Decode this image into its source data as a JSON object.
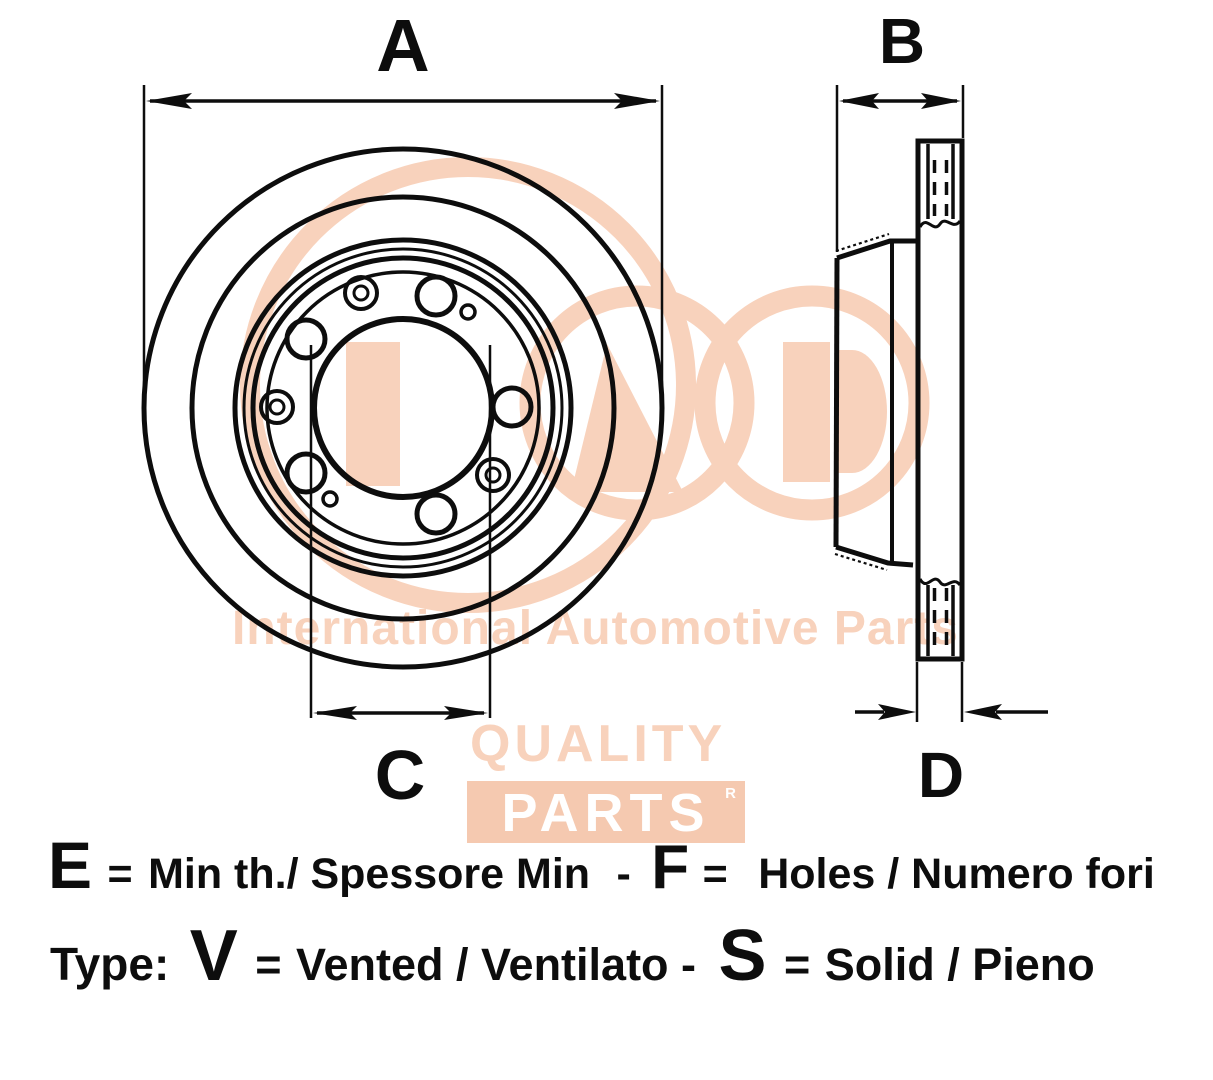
{
  "dimension_labels": {
    "a": "A",
    "b": "B",
    "c": "C",
    "d": "D"
  },
  "legend_line1": {
    "e_letter": "E",
    "e_equals": "=",
    "e_text": "Min th./ Spessore Min",
    "separator": "-",
    "f_letter": "F",
    "f_equals": "=",
    "f_text": "Holes / Numero fori"
  },
  "legend_line2": {
    "type_label": "Type:",
    "v_letter": "V",
    "v_equals": "=",
    "v_text": "Vented / Ventilato -",
    "s_letter": "S",
    "s_equals": "=",
    "s_text": "Solid / Pieno"
  },
  "watermark": {
    "brand_line": "International Automotive Parts",
    "quality_text": "QUALITY",
    "parts_text": "PARTS",
    "registered_mark": "R"
  },
  "colors": {
    "line_color": "#0d0d0d",
    "watermark_peach": "#f8d2bc",
    "watermark_band": "#f5c9b0",
    "background": "#ffffff"
  }
}
